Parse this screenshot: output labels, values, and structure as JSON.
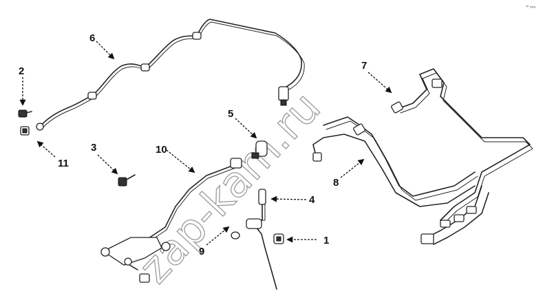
{
  "diagram": {
    "watermark": "zap-kam.ru",
    "corner_stamp": "¹º ∞∞",
    "callouts": [
      {
        "key": "c1",
        "label": "1"
      },
      {
        "key": "c2",
        "label": "2"
      },
      {
        "key": "c3",
        "label": "3"
      },
      {
        "key": "c4",
        "label": "4"
      },
      {
        "key": "c5",
        "label": "5"
      },
      {
        "key": "c6",
        "label": "6"
      },
      {
        "key": "c7",
        "label": "7"
      },
      {
        "key": "c8",
        "label": "8"
      },
      {
        "key": "c9",
        "label": "9"
      },
      {
        "key": "c10",
        "label": "10"
      },
      {
        "key": "c11",
        "label": "11"
      }
    ]
  }
}
